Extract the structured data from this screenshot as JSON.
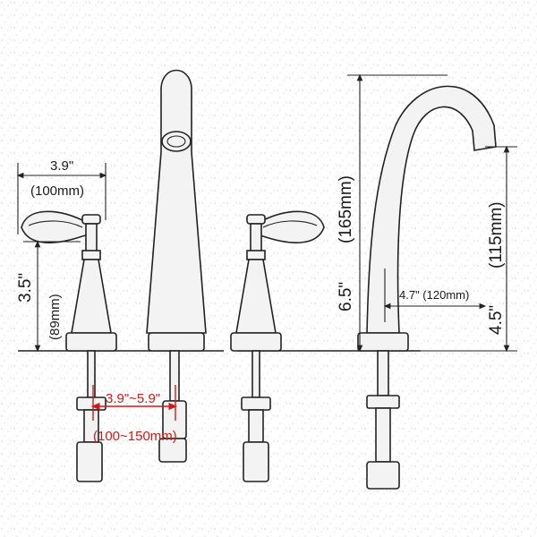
{
  "dimensions": {
    "handle_width_in": "3.9\"",
    "handle_width_mm": "(100mm)",
    "handle_height_in": "3.5\"",
    "handle_height_mm": "(89mm)",
    "spread_in": "3.9\"~5.9\"",
    "spread_mm": "(100~150mm)",
    "spout_height_in": "6.5\"",
    "spout_height_mm": "(165mm)",
    "spout_reach": "4.7\" (120mm)",
    "spout_clearance_in": "4.5\"",
    "spout_clearance_mm": "(115mm)"
  },
  "colors": {
    "line": "#222222",
    "accent": "#d21818",
    "background": "#ffffff"
  }
}
